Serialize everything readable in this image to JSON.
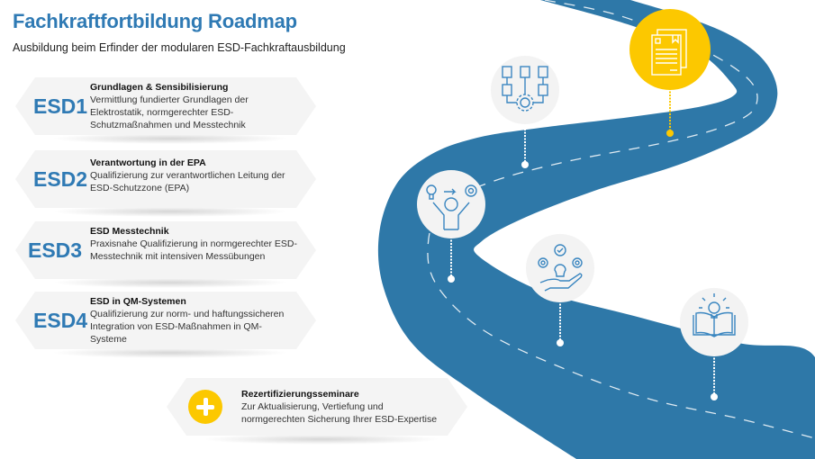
{
  "header": {
    "title": "Fachkraftfortbildung Roadmap",
    "subtitle": "Ausbildung beim Erfinder der modularen ESD-Fachkraftausbildung"
  },
  "modules": [
    {
      "code": "ESD1",
      "title": "Grundlagen & Sensibilisierung",
      "description": "Vermittlung fundierter Grundlagen der Elektrostatik, normgerechter ESD-Schutzmaßnahmen und Messtechnik"
    },
    {
      "code": "ESD2",
      "title": "Verantwortung in der EPA",
      "description": "Qualifizierung zur verantwortlichen Leitung der ESD-Schutzzone (EPA)"
    },
    {
      "code": "ESD3",
      "title": "ESD Messtechnik",
      "description": "Praxisnahe Qualifizierung in normgerechter ESD-Messtechnik mit intensiven Messübungen"
    },
    {
      "code": "ESD4",
      "title": "ESD in QM-Systemen",
      "description": "Qualifizierung zur norm- und haftungssicheren Integration von ESD-Maßnahmen in QM-Systeme"
    }
  ],
  "recert": {
    "title": "Rezertifizierungsseminare",
    "description": "Zur Aktualisierung, Vertiefung und normgerechten Sicherung Ihrer ESD-Expertise",
    "icon": "plus-icon"
  },
  "milestones": [
    {
      "icon": "book-lightbulb-icon"
    },
    {
      "icon": "hand-lightbulb-gears-icon"
    },
    {
      "icon": "person-idea-gear-icon"
    },
    {
      "icon": "documents-gear-icon"
    },
    {
      "icon": "certificate-icon"
    }
  ],
  "colors": {
    "road": "#2e78a8",
    "accent": "#fcc800",
    "title": "#2f7ab4",
    "icon": "#3a86c0",
    "circle": "#f3f3f3"
  }
}
